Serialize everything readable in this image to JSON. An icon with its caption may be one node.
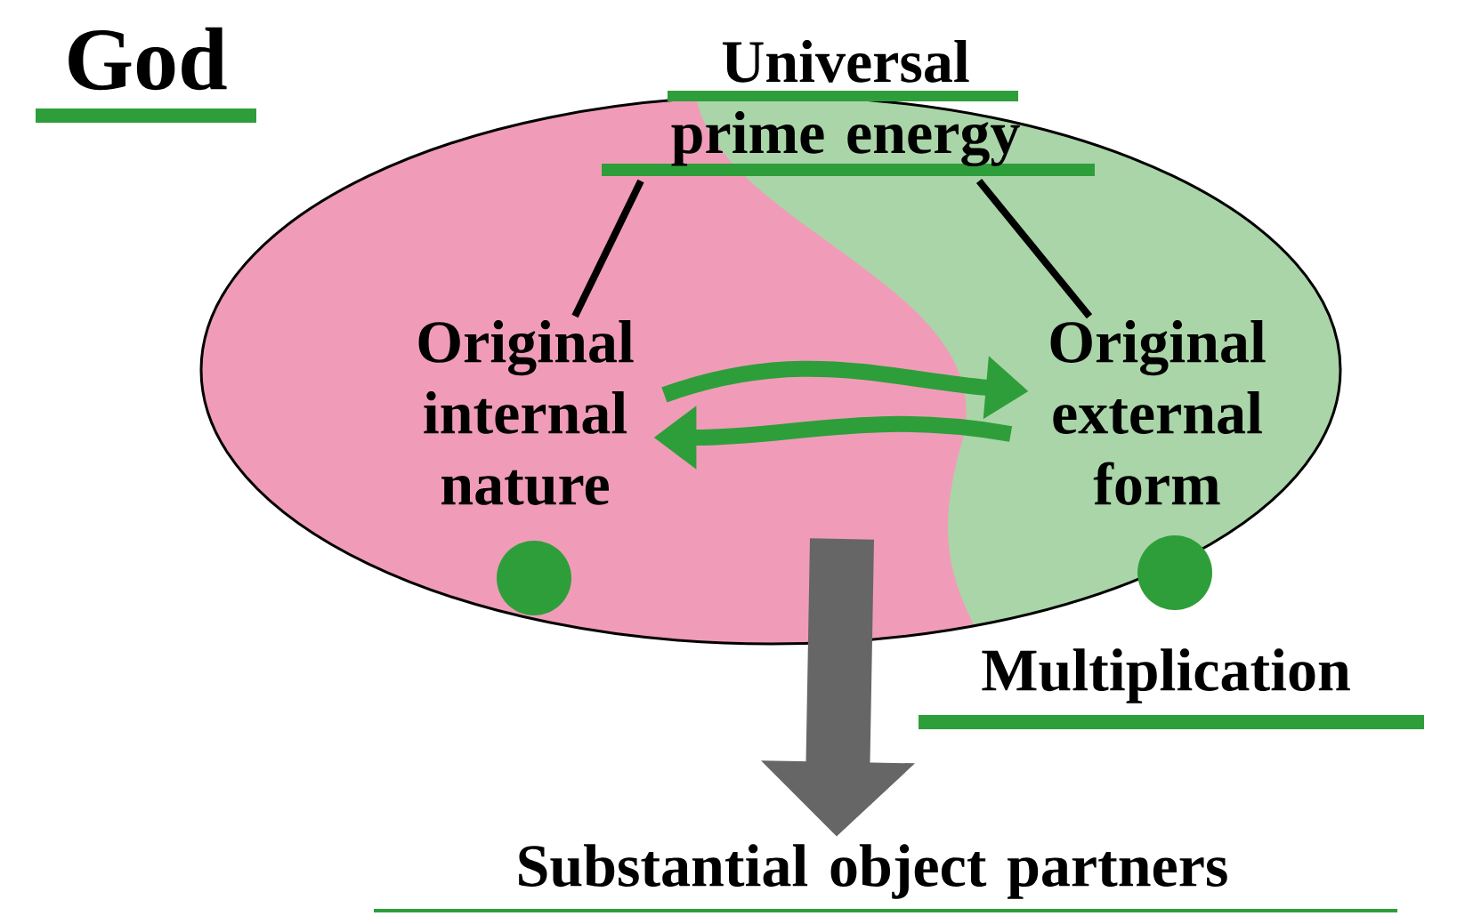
{
  "diagram": {
    "nodes": [
      {
        "text": [
          "God"
        ]
      },
      {
        "text": [
          "Universal prime energy"
        ]
      },
      {
        "text": [
          "Original internal nature"
        ],
        "in": 0
      },
      {
        "text": [
          "Original external form"
        ],
        "in": 0
      },
      {
        "text": [],
        "shape": "circle",
        "in": 0
      },
      {
        "text": [],
        "shape": "circle",
        "in": 0
      },
      {
        "text": [
          "Substantial object partners"
        ]
      }
    ],
    "edges": [
      {
        "from": 1,
        "to": 2,
        "arrow": "none"
      },
      {
        "from": 1,
        "to": 3,
        "arrow": "none"
      },
      {
        "from": 2,
        "to": 3,
        "arrow": "to",
        "color": "#2e9e3a"
      },
      {
        "from": 3,
        "to": 2,
        "arrow": "to",
        "color": "#2e9e3a"
      },
      {
        "from": 0,
        "to": 6,
        "arrow": "to",
        "style": "thick",
        "color": "#666666",
        "label": "Multiplication"
      }
    ]
  }
}
